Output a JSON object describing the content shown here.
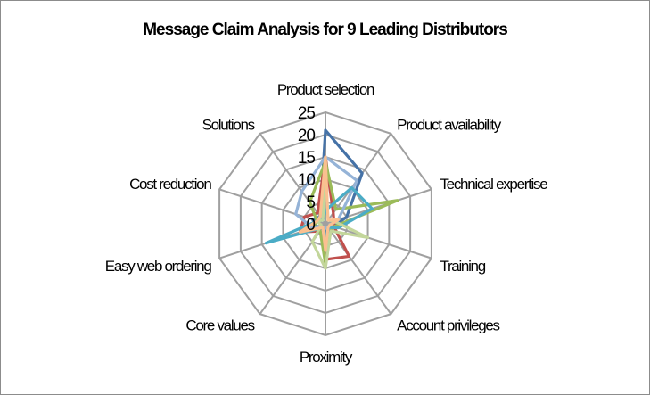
{
  "chart_data": {
    "type": "radar",
    "title": "Message Claim Analysis for 9 Leading Distributors",
    "categories": [
      "Product selection",
      "Product availability",
      "Technical expertise",
      "Training",
      "Account privileges",
      "Proximity",
      "Core values",
      "Easy web ordering",
      "Cost reduction",
      "Solutions"
    ],
    "rlim": [
      0,
      25
    ],
    "ticks": [
      "0",
      "5",
      "10",
      "15",
      "20",
      "25"
    ],
    "grid": true,
    "series": [
      {
        "color": "#4572A7",
        "values": [
          21,
          14,
          5,
          2,
          2,
          2,
          1,
          2,
          3,
          2
        ]
      },
      {
        "color": "#C0504D",
        "values": [
          15,
          3,
          2,
          2,
          9,
          8,
          2,
          6,
          5,
          3
        ]
      },
      {
        "color": "#9BBB59",
        "values": [
          14,
          4,
          17,
          2,
          2,
          9,
          2,
          3,
          2,
          6
        ]
      },
      {
        "color": "#95B3D7",
        "values": [
          15,
          12,
          3,
          1,
          1,
          1,
          1,
          3,
          7,
          9
        ]
      },
      {
        "color": "#4BACC6",
        "values": [
          3,
          10,
          11,
          3,
          1,
          4,
          1,
          14,
          2,
          1
        ]
      },
      {
        "color": "#C3D69B",
        "values": [
          12,
          1,
          2,
          10,
          2,
          10,
          5,
          1,
          2,
          1
        ]
      },
      {
        "color": "#FAC090",
        "values": [
          15,
          1,
          3,
          1,
          1,
          6,
          1,
          6,
          2,
          2
        ]
      }
    ]
  }
}
